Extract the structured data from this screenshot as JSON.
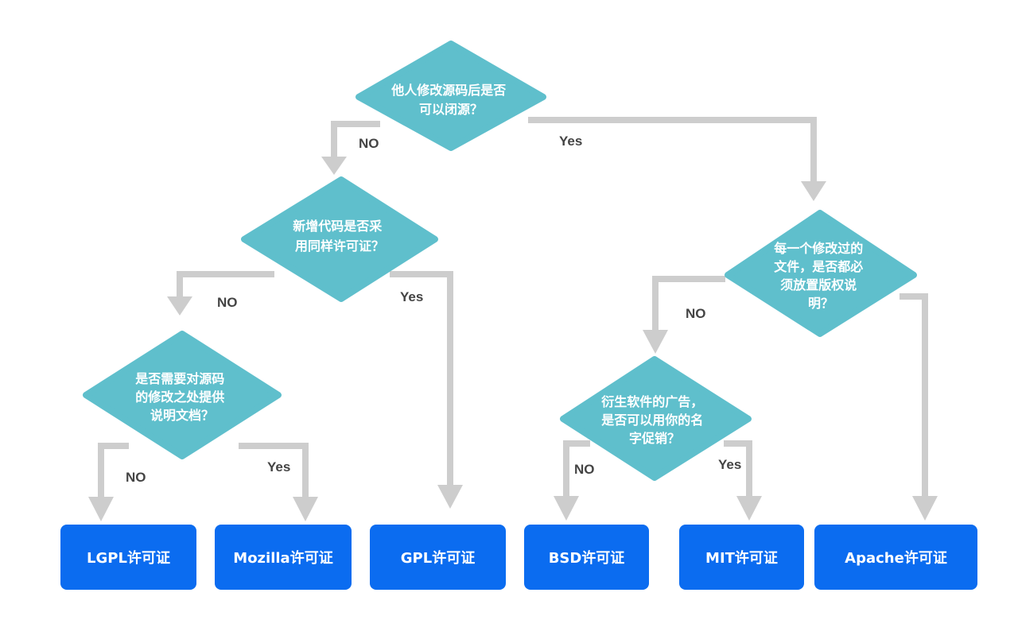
{
  "colors": {
    "decision": "#5fbfcc",
    "license": "#0b6cf0",
    "arrow": "#cdcdcd",
    "edge_label": "#444444"
  },
  "decisions": {
    "q1": [
      "他人修改源码后是否",
      "可以闭源？"
    ],
    "q2": [
      "新增代码是否采",
      "用同样许可证？"
    ],
    "q3": [
      "是否需要对源码",
      "的修改之处提供",
      "说明文档？"
    ],
    "q4": [
      "每一个修改过的",
      "文件，是否都必",
      "须放置版权说",
      "明？"
    ],
    "q5": [
      "衍生软件的广告，",
      "是否可以用你的名",
      "字促销？"
    ]
  },
  "edge_labels": {
    "q1_no": "NO",
    "q1_yes": "Yes",
    "q2_no": "NO",
    "q2_yes": "Yes",
    "q3_no": "NO",
    "q3_yes": "Yes",
    "q4_no": "NO",
    "q5_no": "NO",
    "q5_yes": "Yes"
  },
  "licenses": {
    "lgpl": "LGPL许可证",
    "mozilla": "Mozilla许可证",
    "gpl": "GPL许可证",
    "bsd": "BSD许可证",
    "mit": "MIT许可证",
    "apache": "Apache许可证"
  }
}
